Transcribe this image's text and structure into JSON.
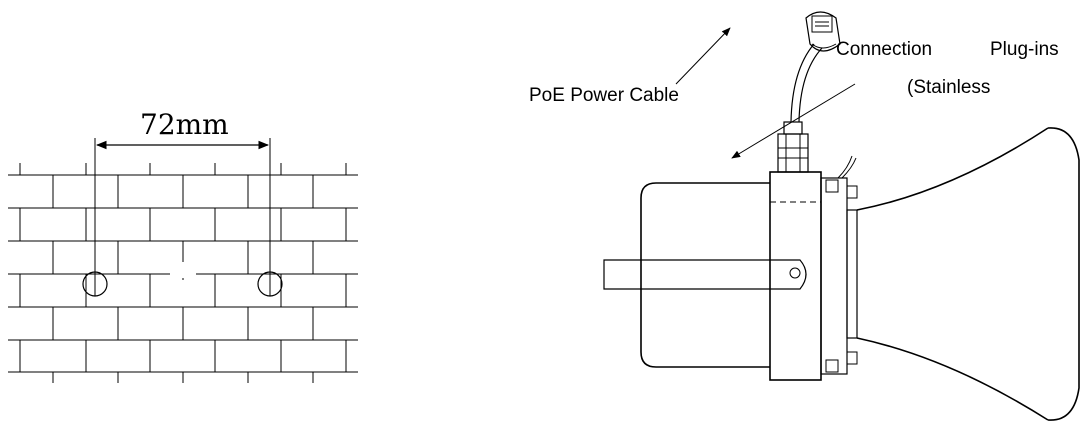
{
  "wall": {
    "dimension_label": "72mm"
  },
  "speaker": {
    "poe_label": "PoE Power Cable",
    "connection_word": "Connection",
    "plugins_word": "Plug-ins",
    "stainless_label": "(Stainless"
  }
}
